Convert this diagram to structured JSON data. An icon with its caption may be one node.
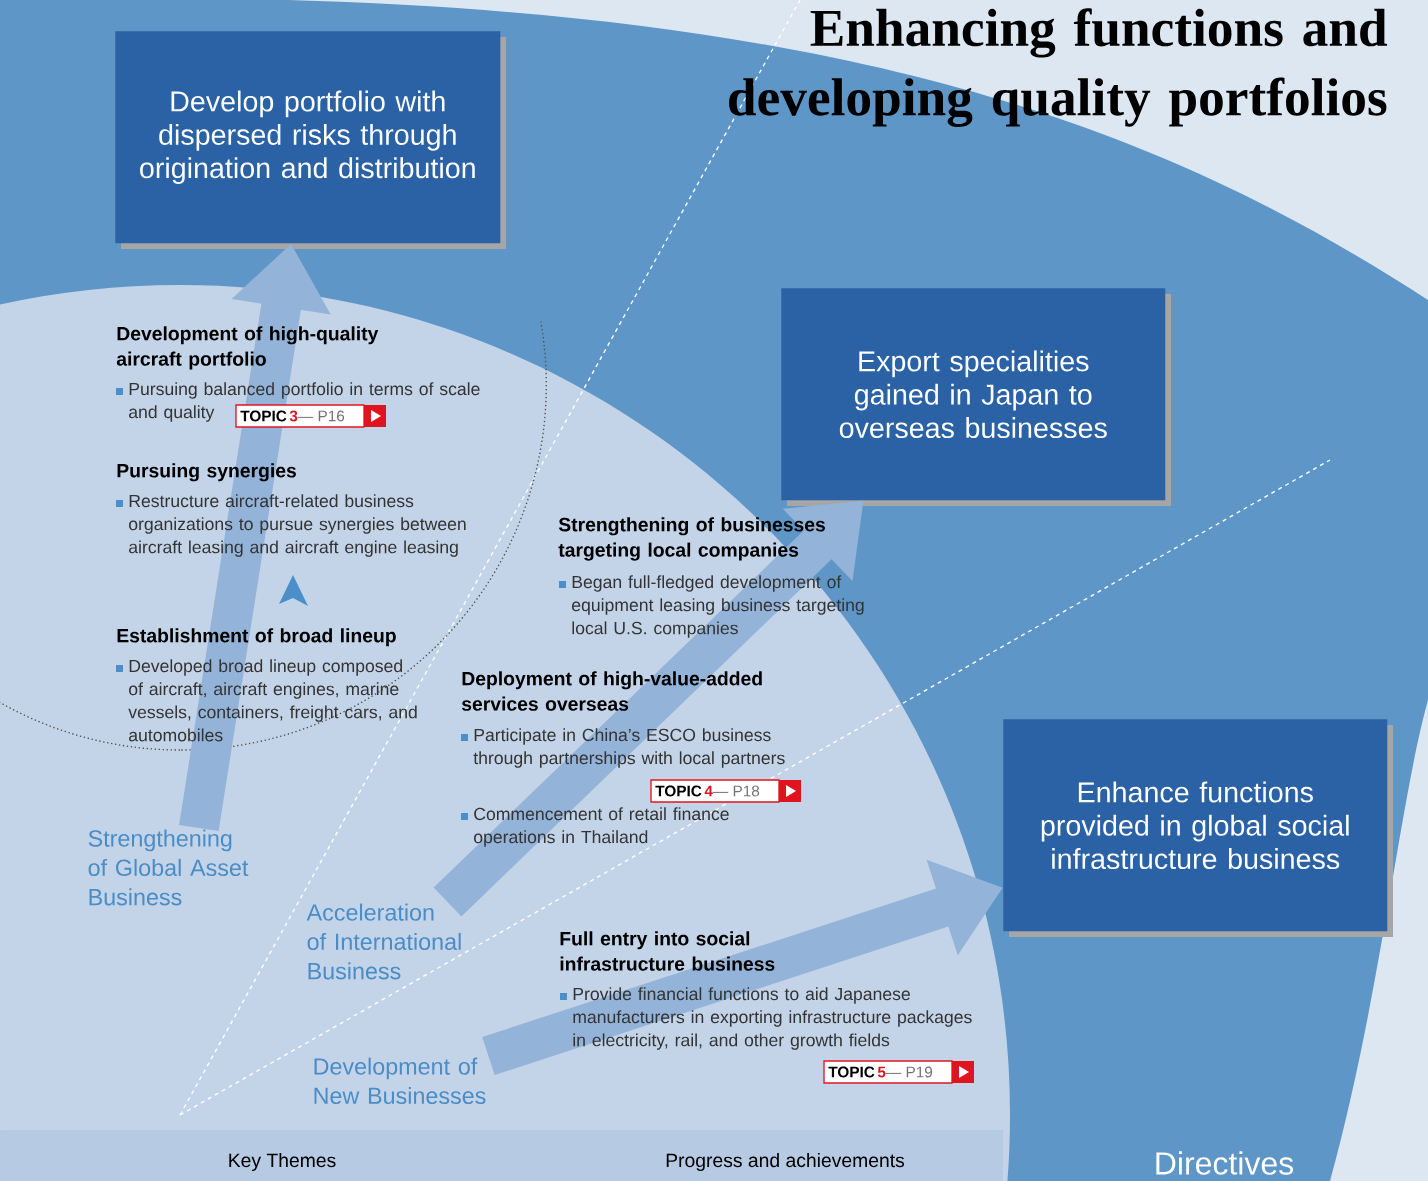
{
  "diagram": {
    "title": "Enhancing functions and developing quality portfolios",
    "nodes": [
      {
        "text": [
          "Develop portfolio with dispersed risks through origination and distribution"
        ]
      },
      {
        "text": [
          "Export specialities gained in Japan to overseas businesses"
        ]
      },
      {
        "text": [
          "Enhance functions provided in global social infrastructure business"
        ]
      },
      {
        "text": [
          "Strengthening of Global Asset Business"
        ]
      },
      {
        "text": [
          "Acceleration of International Business"
        ]
      },
      {
        "text": [
          "Development of New Businesses"
        ]
      }
    ],
    "edges": [
      {
        "from": 3,
        "to": 0,
        "arrow": "to"
      },
      {
        "from": 4,
        "to": 1,
        "arrow": "to"
      },
      {
        "from": 5,
        "to": 2,
        "arrow": "to"
      }
    ],
    "labels": [
      "Development of high-quality aircraft portfolio",
      "Pursuing balanced portfolio in terms of scale and quality",
      "TOPIC",
      "3",
      "— P16",
      "Pursuing synergies",
      "Restructure aircraft-related business organizations to pursue synergies between aircraft leasing and aircraft engine leasing",
      "Establishment of broad lineup",
      "Developed broad lineup composed of aircraft, aircraft engines, marine vessels, containers, freight cars, and automobiles",
      "Strengthening of businesses targeting local companies",
      "Began full-fledged development of equipment leasing business targeting local U.S. companies",
      "Deployment of high-value-added services overseas",
      "Participate in China’s ESCO business through partnerships with local partners",
      "TOPIC",
      "4",
      "— P18",
      "Commencement of retail finance operations in Thailand",
      "Full entry into social infrastructure business",
      "Provide financial functions to aid Japanese manufacturers in exporting infrastructure packages in electricity, rail, and other growth fields",
      "TOPIC",
      "5",
      "— P19",
      "Key Themes",
      "Progress and achievements",
      "Directives"
    ]
  }
}
